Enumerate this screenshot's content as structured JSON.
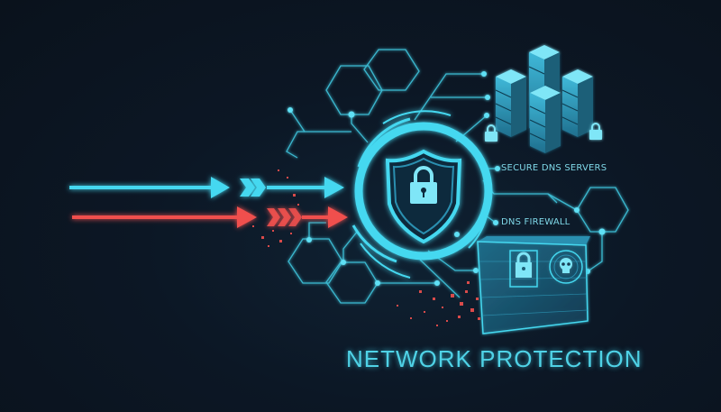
{
  "title": "NETWORK PROTECTION",
  "labels": {
    "secure_dns_servers": "SECURE DNS SERVERS",
    "dns_firewall": "DNS FIREWALL"
  },
  "icons": [
    "shield-lock-icon",
    "server-stack-icon",
    "padlock-icon",
    "skull-icon",
    "firewall-wall-icon",
    "arrow-icon",
    "hexagon-icon"
  ],
  "colors": {
    "background": "#0b1420",
    "accent_cyan": "#45d8f0",
    "threat_red": "#f0504e",
    "line_cyan": "#3bb8cf"
  },
  "arrows": [
    {
      "type": "legitimate",
      "color": "#45d8f0"
    },
    {
      "type": "malicious",
      "color": "#f0504e"
    }
  ]
}
